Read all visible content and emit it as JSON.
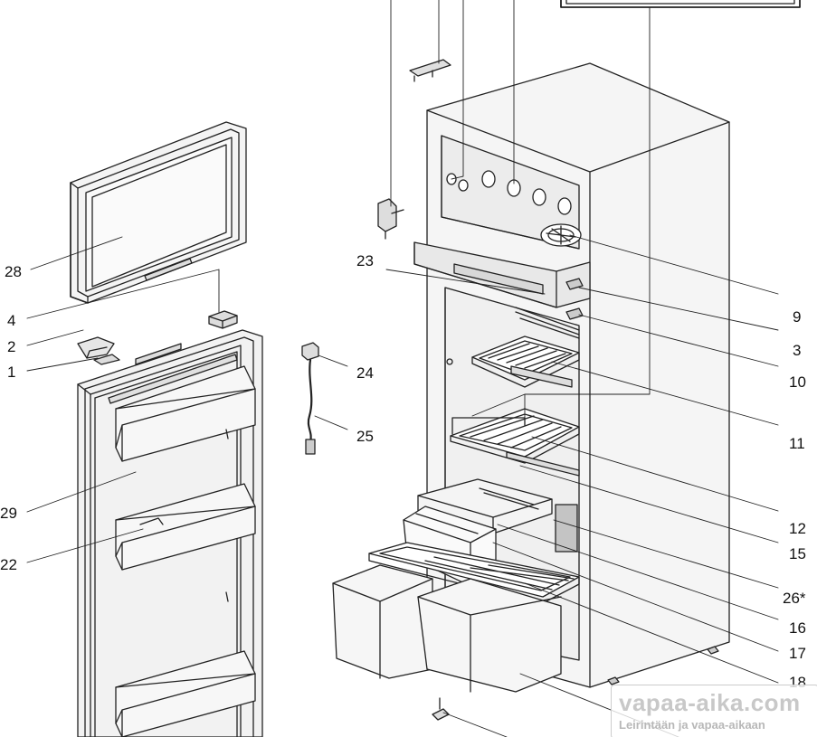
{
  "labels": {
    "l28": "28",
    "l4": "4",
    "l2": "2",
    "l1": "1",
    "l29": "29",
    "l22": "22",
    "l24": "24",
    "l25": "25",
    "l23": "23",
    "l9": "9",
    "l3": "3",
    "l10": "10",
    "l11": "11",
    "l12": "12",
    "l15": "15",
    "l26": "26*",
    "l16": "16",
    "l17": "17",
    "l18": "18"
  },
  "watermark": {
    "main": "vapaa-aika.com",
    "sub": "Leirintään ja vapaa-aikaan"
  }
}
